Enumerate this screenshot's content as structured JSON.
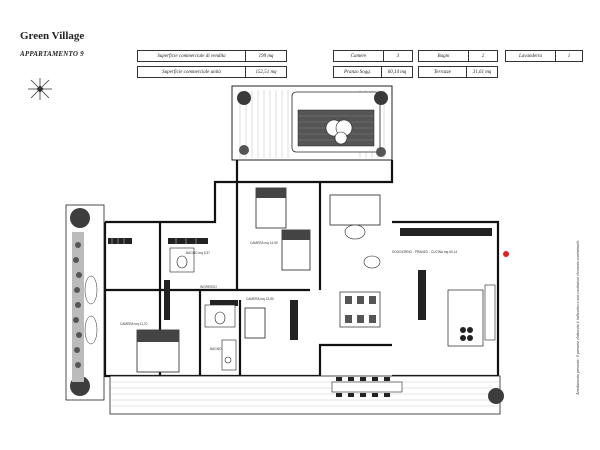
{
  "header": {
    "title": "Green Village",
    "subtitle": "APPARTAMENTO 9"
  },
  "stats_left": [
    {
      "label": "Superficie commerciale di vendita",
      "value": "199 mq"
    },
    {
      "label": "Superficie commerciale unità",
      "value": "152,51 mq"
    }
  ],
  "stats_right_top": [
    {
      "label": "Camere",
      "value": "3"
    },
    {
      "label": "Bagni",
      "value": "2"
    },
    {
      "label": "Lavanderia",
      "value": "1"
    }
  ],
  "stats_right_bottom": [
    {
      "label": "Pranzo Sogg.",
      "value": "60,14 mq"
    },
    {
      "label": "Terrazze",
      "value": "31,61 mq"
    }
  ],
  "rooms": [
    "CAMERA mq 14,50",
    "BAGNO mq 5,37",
    "CAMERA mq 11,70",
    "CAMERA mq 13,80",
    "BAGNO",
    "SOGGIORNO - PRANZO - CUCINA mq 60,14",
    "INGRESSO"
  ],
  "side_note": "Arredamento presente: il presente elaborato è indicativo e non costituisce elemento contrattuale."
}
